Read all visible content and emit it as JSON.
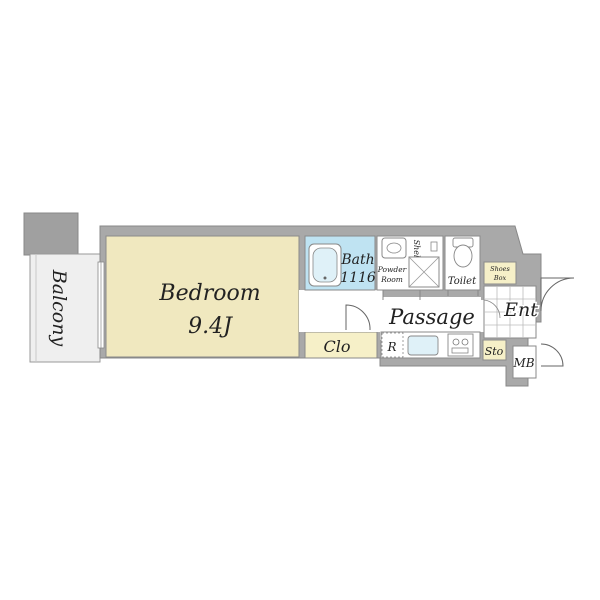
{
  "rooms": {
    "balcony": "Balcony",
    "bedroom": "Bedroom",
    "bedroom_size": "9.4J",
    "bath": "Bath",
    "bath_size": "1116",
    "powder_room_1": "Powder",
    "powder_room_2": "Room",
    "shelf": "Shelf",
    "toilet": "Toilet",
    "shoes_box_1": "Shoes",
    "shoes_box_2": "Box",
    "passage": "Passage",
    "entrance": "Ent",
    "closet": "Clo",
    "refrigerator": "R",
    "storage": "Sto",
    "meter_box": "MB"
  },
  "colors": {
    "wall": "#a9a9a9",
    "bedroom_floor": "#f0e8bf",
    "bath_floor": "#bfe3f2",
    "closet_floor": "#f6f0c8",
    "balcony_floor": "#efefef",
    "outline": "#666666"
  }
}
